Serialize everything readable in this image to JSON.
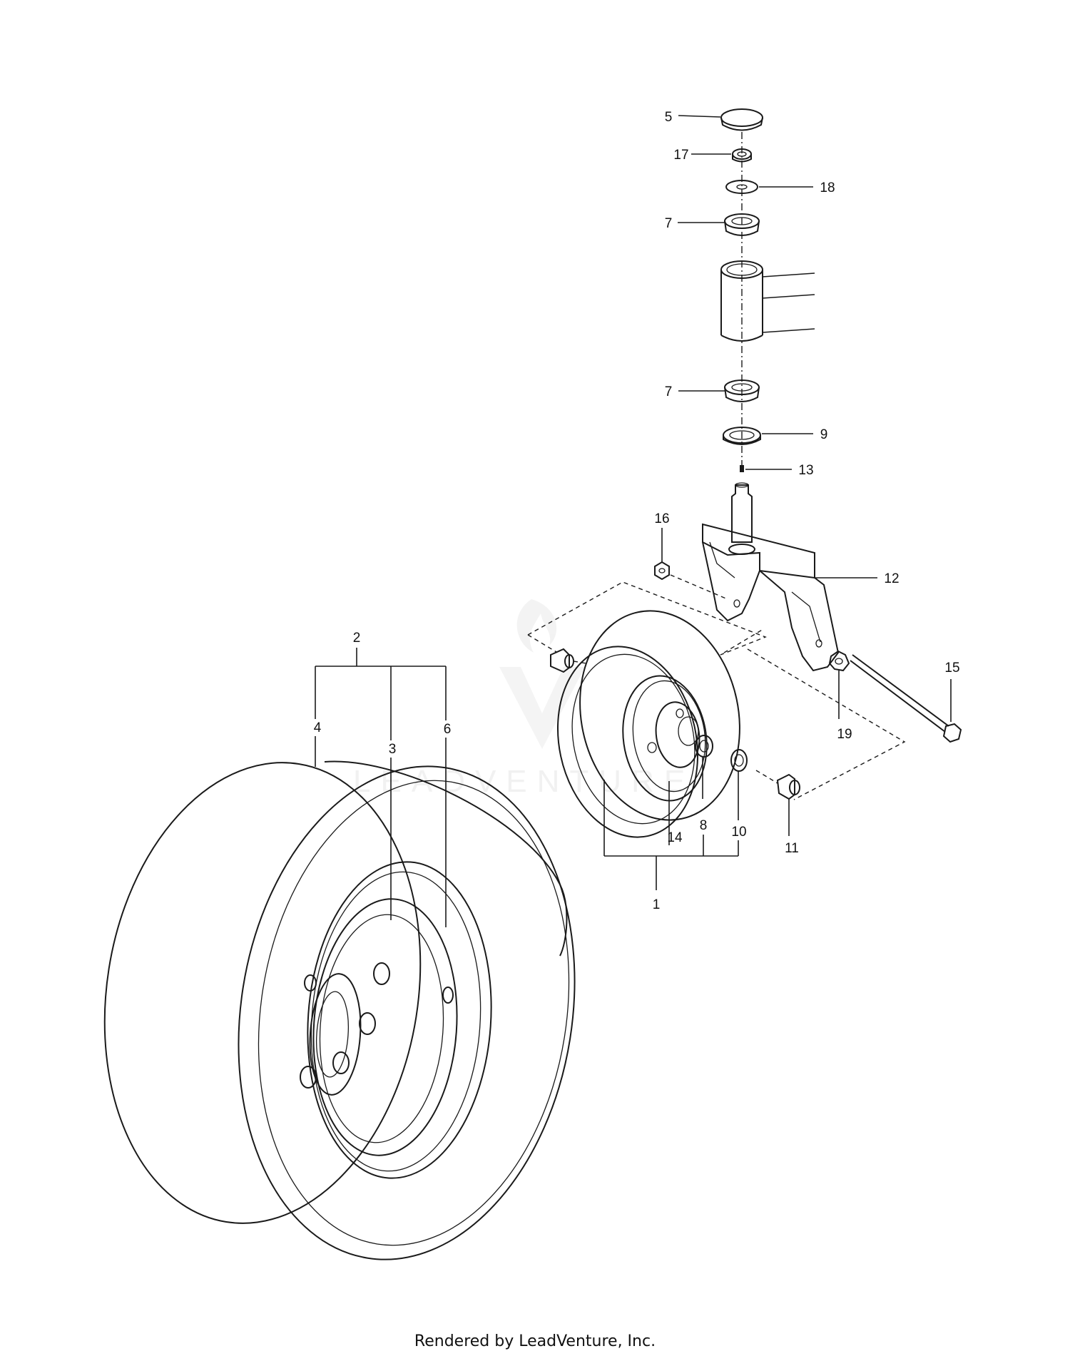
{
  "watermark": {
    "text": "LEADVENTURE"
  },
  "callouts": {
    "c1": "1",
    "c2": "2",
    "c3": "3",
    "c4": "4",
    "c5": "5",
    "c6": "6",
    "c7a": "7",
    "c7b": "7",
    "c8": "8",
    "c9": "9",
    "c10": "10",
    "c11": "11",
    "c12": "12",
    "c13": "13",
    "c14": "14",
    "c15": "15",
    "c16": "16",
    "c17": "17",
    "c18": "18",
    "c19": "19"
  },
  "footer": {
    "text": "Rendered by LeadVenture, Inc."
  }
}
